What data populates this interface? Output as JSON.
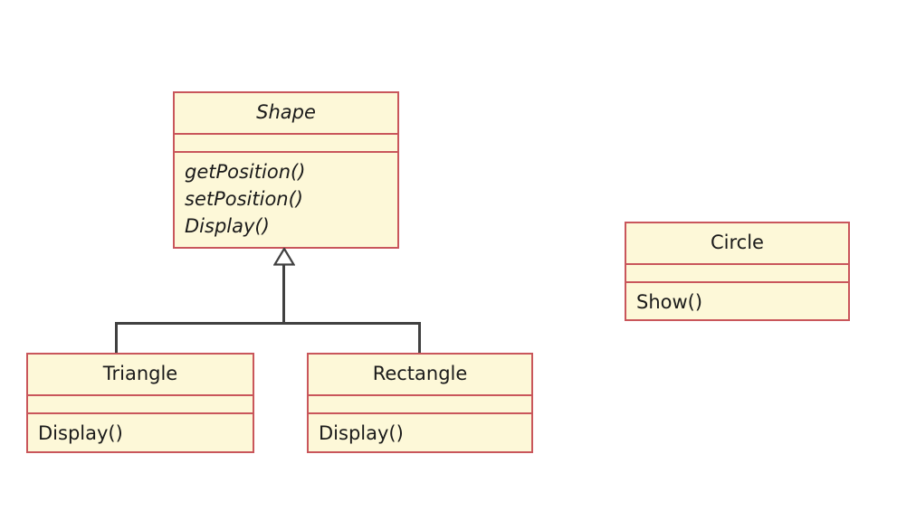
{
  "diagram": {
    "type": "uml-class-diagram",
    "background_color": "#ffffff",
    "class_fill_color": "#fdf8d8",
    "class_border_color": "#c9565b",
    "connector_color": "#404040",
    "arrow_fill_color": "#ffffff"
  },
  "classes": [
    {
      "id": "shape",
      "name": "Shape",
      "abstract": true,
      "attributes": [],
      "operations": [
        "getPosition()",
        "setPosition()",
        "Display()"
      ]
    },
    {
      "id": "triangle",
      "name": "Triangle",
      "abstract": false,
      "attributes": [],
      "operations": [
        "Display()"
      ]
    },
    {
      "id": "rectangle",
      "name": "Rectangle",
      "abstract": false,
      "attributes": [],
      "operations": [
        "Display()"
      ]
    },
    {
      "id": "circle",
      "name": "Circle",
      "abstract": false,
      "attributes": [],
      "operations": [
        "Show()"
      ]
    }
  ],
  "relationships": [
    {
      "type": "generalization",
      "from": "triangle",
      "to": "shape"
    },
    {
      "type": "generalization",
      "from": "rectangle",
      "to": "shape"
    }
  ]
}
